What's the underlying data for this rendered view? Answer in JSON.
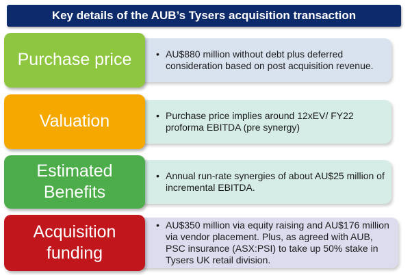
{
  "title": "Key details of the AUB’s Tysers acquisition transaction",
  "colors": {
    "header": "#0d2a6b",
    "green_light": "#8ec63f",
    "orange": "#f5a800",
    "green": "#4cad4a",
    "red": "#c0161c",
    "panel_blue": "#d9e3f0",
    "panel_mint": "#d6ece6",
    "panel_lavender": "#dcdcee"
  },
  "bullet": "•",
  "rows": [
    {
      "label": "Purchase price",
      "text": "AU$880 million without debt plus deferred consideration based on post acquisition revenue."
    },
    {
      "label": "Valuation",
      "text": "Purchase price implies around 12xEV/ FY22 proforma EBITDA (pre synergy)"
    },
    {
      "label": "Estimated Benefits",
      "text": "Annual run-rate synergies of about AU$25 million of incremental EBITDA."
    },
    {
      "label": "Acquisition funding",
      "text": "AU$350 million via equity raising and AU$176 million via vendor placement. Plus, as agreed with AUB, PSC insurance (ASX:PSI) to take up  50% stake in Tysers UK retail division."
    }
  ]
}
